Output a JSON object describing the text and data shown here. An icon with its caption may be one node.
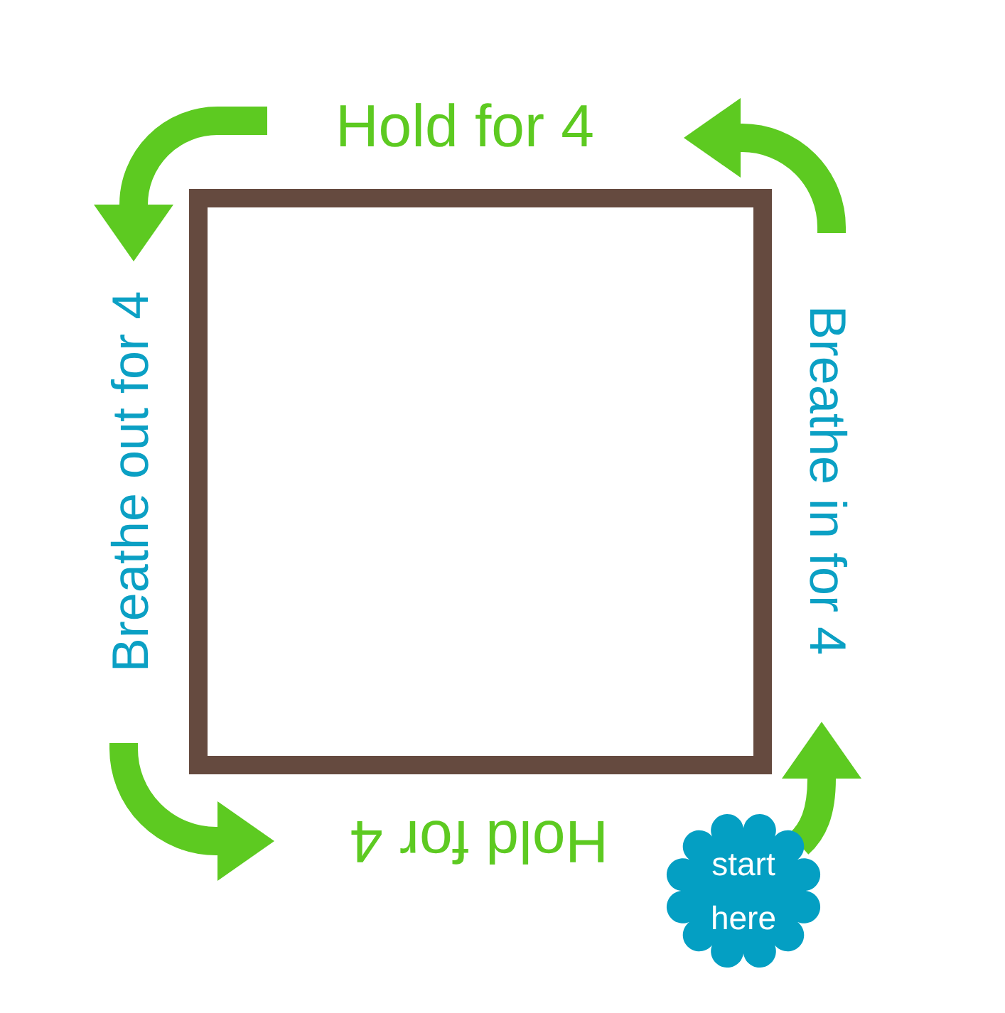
{
  "diagram": {
    "nodes": [
      {
        "text": [
          "Hold for 4"
        ]
      },
      {
        "text": [
          "Breathe out for 4"
        ]
      },
      {
        "text": [
          "Breathe in for 4"
        ]
      },
      {
        "text": [
          "Hold for 4"
        ]
      },
      {
        "text": [
          "start here"
        ]
      }
    ],
    "edges": [
      {
        "from": 4,
        "to": 2,
        "arrow": "to"
      },
      {
        "from": 2,
        "to": 0,
        "arrow": "to"
      },
      {
        "from": 0,
        "to": 1,
        "arrow": "to"
      },
      {
        "from": 1,
        "to": 3,
        "arrow": "to"
      }
    ]
  }
}
